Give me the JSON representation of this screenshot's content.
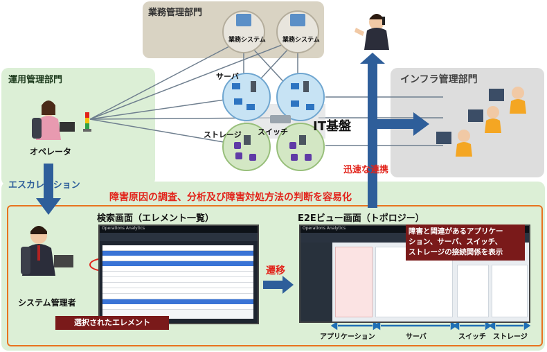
{
  "business": {
    "label": "業務管理部門",
    "system1": "業務システム",
    "system2": "業務システム"
  },
  "ops": {
    "label": "運用管理部門",
    "operator": "オペレータ",
    "escalation": "エスカレーション",
    "sysadmin": "システム管理者"
  },
  "infra": {
    "label": "インフラ管理部門"
  },
  "itcore": {
    "server": "サーバ",
    "storage": "ストレージ",
    "switch": "スイッチ",
    "title": "IT基盤"
  },
  "link": {
    "rapid": "迅速な連携"
  },
  "banner": {
    "text": "障害原因の調査、分析及び障害対処方法の判断を容易化"
  },
  "search": {
    "title": "検索画面（エレメント一覧）",
    "selected": "選択されたエレメント",
    "app_title": "Operations Analytics"
  },
  "transition": {
    "label": "遷移"
  },
  "e2e": {
    "title": "E2Eビュー画面（トポロジー）",
    "note_line1": "障害と関連があるアプリケー",
    "note_line2": "ション、サーバ、スイッチ、",
    "note_line3": "ストレージの接続関係を表示",
    "app_title": "Operations Analytics",
    "legend": {
      "app": "アプリケーション",
      "server": "サーバ",
      "switch": "スイッチ",
      "storage": "ストレージ"
    }
  },
  "colors": {
    "green_bg": "#dcefd6",
    "tan_bg": "#d9d3c3",
    "gray_bg": "#dddddd",
    "red_text": "#e2231a",
    "blue_arrow": "#2e5e9a",
    "orange_border": "#e8731e",
    "dark_red": "#7a1a1a"
  }
}
